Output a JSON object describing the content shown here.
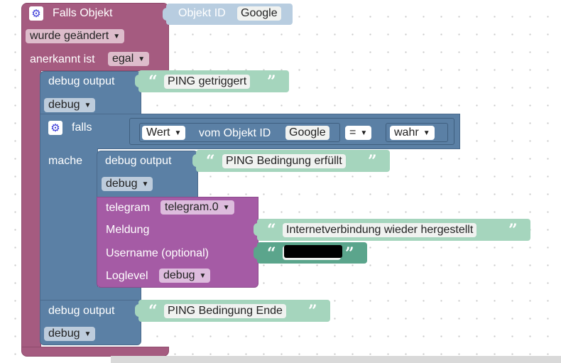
{
  "event_block": {
    "title": "Falls Objekt",
    "object_id_label": "Objekt ID",
    "object_id_value": "Google",
    "change_option": "wurde geändert",
    "ack_label": "anerkannt ist",
    "ack_option": "egal"
  },
  "debug1": {
    "label": "debug output",
    "text": "PING getriggert",
    "level": "debug"
  },
  "if_block": {
    "label_if": "falls",
    "label_do": "mache",
    "property": "Wert",
    "of_object_label": "vom Objekt ID",
    "object_value": "Google",
    "operator": "=",
    "compare_value": "wahr"
  },
  "debug2": {
    "label": "debug output",
    "text": "PING Bedingung erfüllt",
    "level": "debug"
  },
  "telegram": {
    "label": "telegram",
    "instance": "telegram.0",
    "message_label": "Meldung",
    "message_text": "Internetverbindung wieder hergestellt",
    "username_label": "Username (optional)",
    "loglevel_label": "Loglevel",
    "loglevel_value": "debug"
  },
  "debug3": {
    "label": "debug output",
    "text": "PING Bedingung Ende",
    "level": "debug"
  },
  "icons": {
    "settings": "gear-icon",
    "open_quote": "open-quote-icon",
    "close_quote": "close-quote-icon"
  },
  "colors": {
    "event": "#a55b80",
    "debug": "#5b80a5",
    "text": "#a5d5bd",
    "telegram": "#a55ba5",
    "canvas": "#ffffff"
  }
}
